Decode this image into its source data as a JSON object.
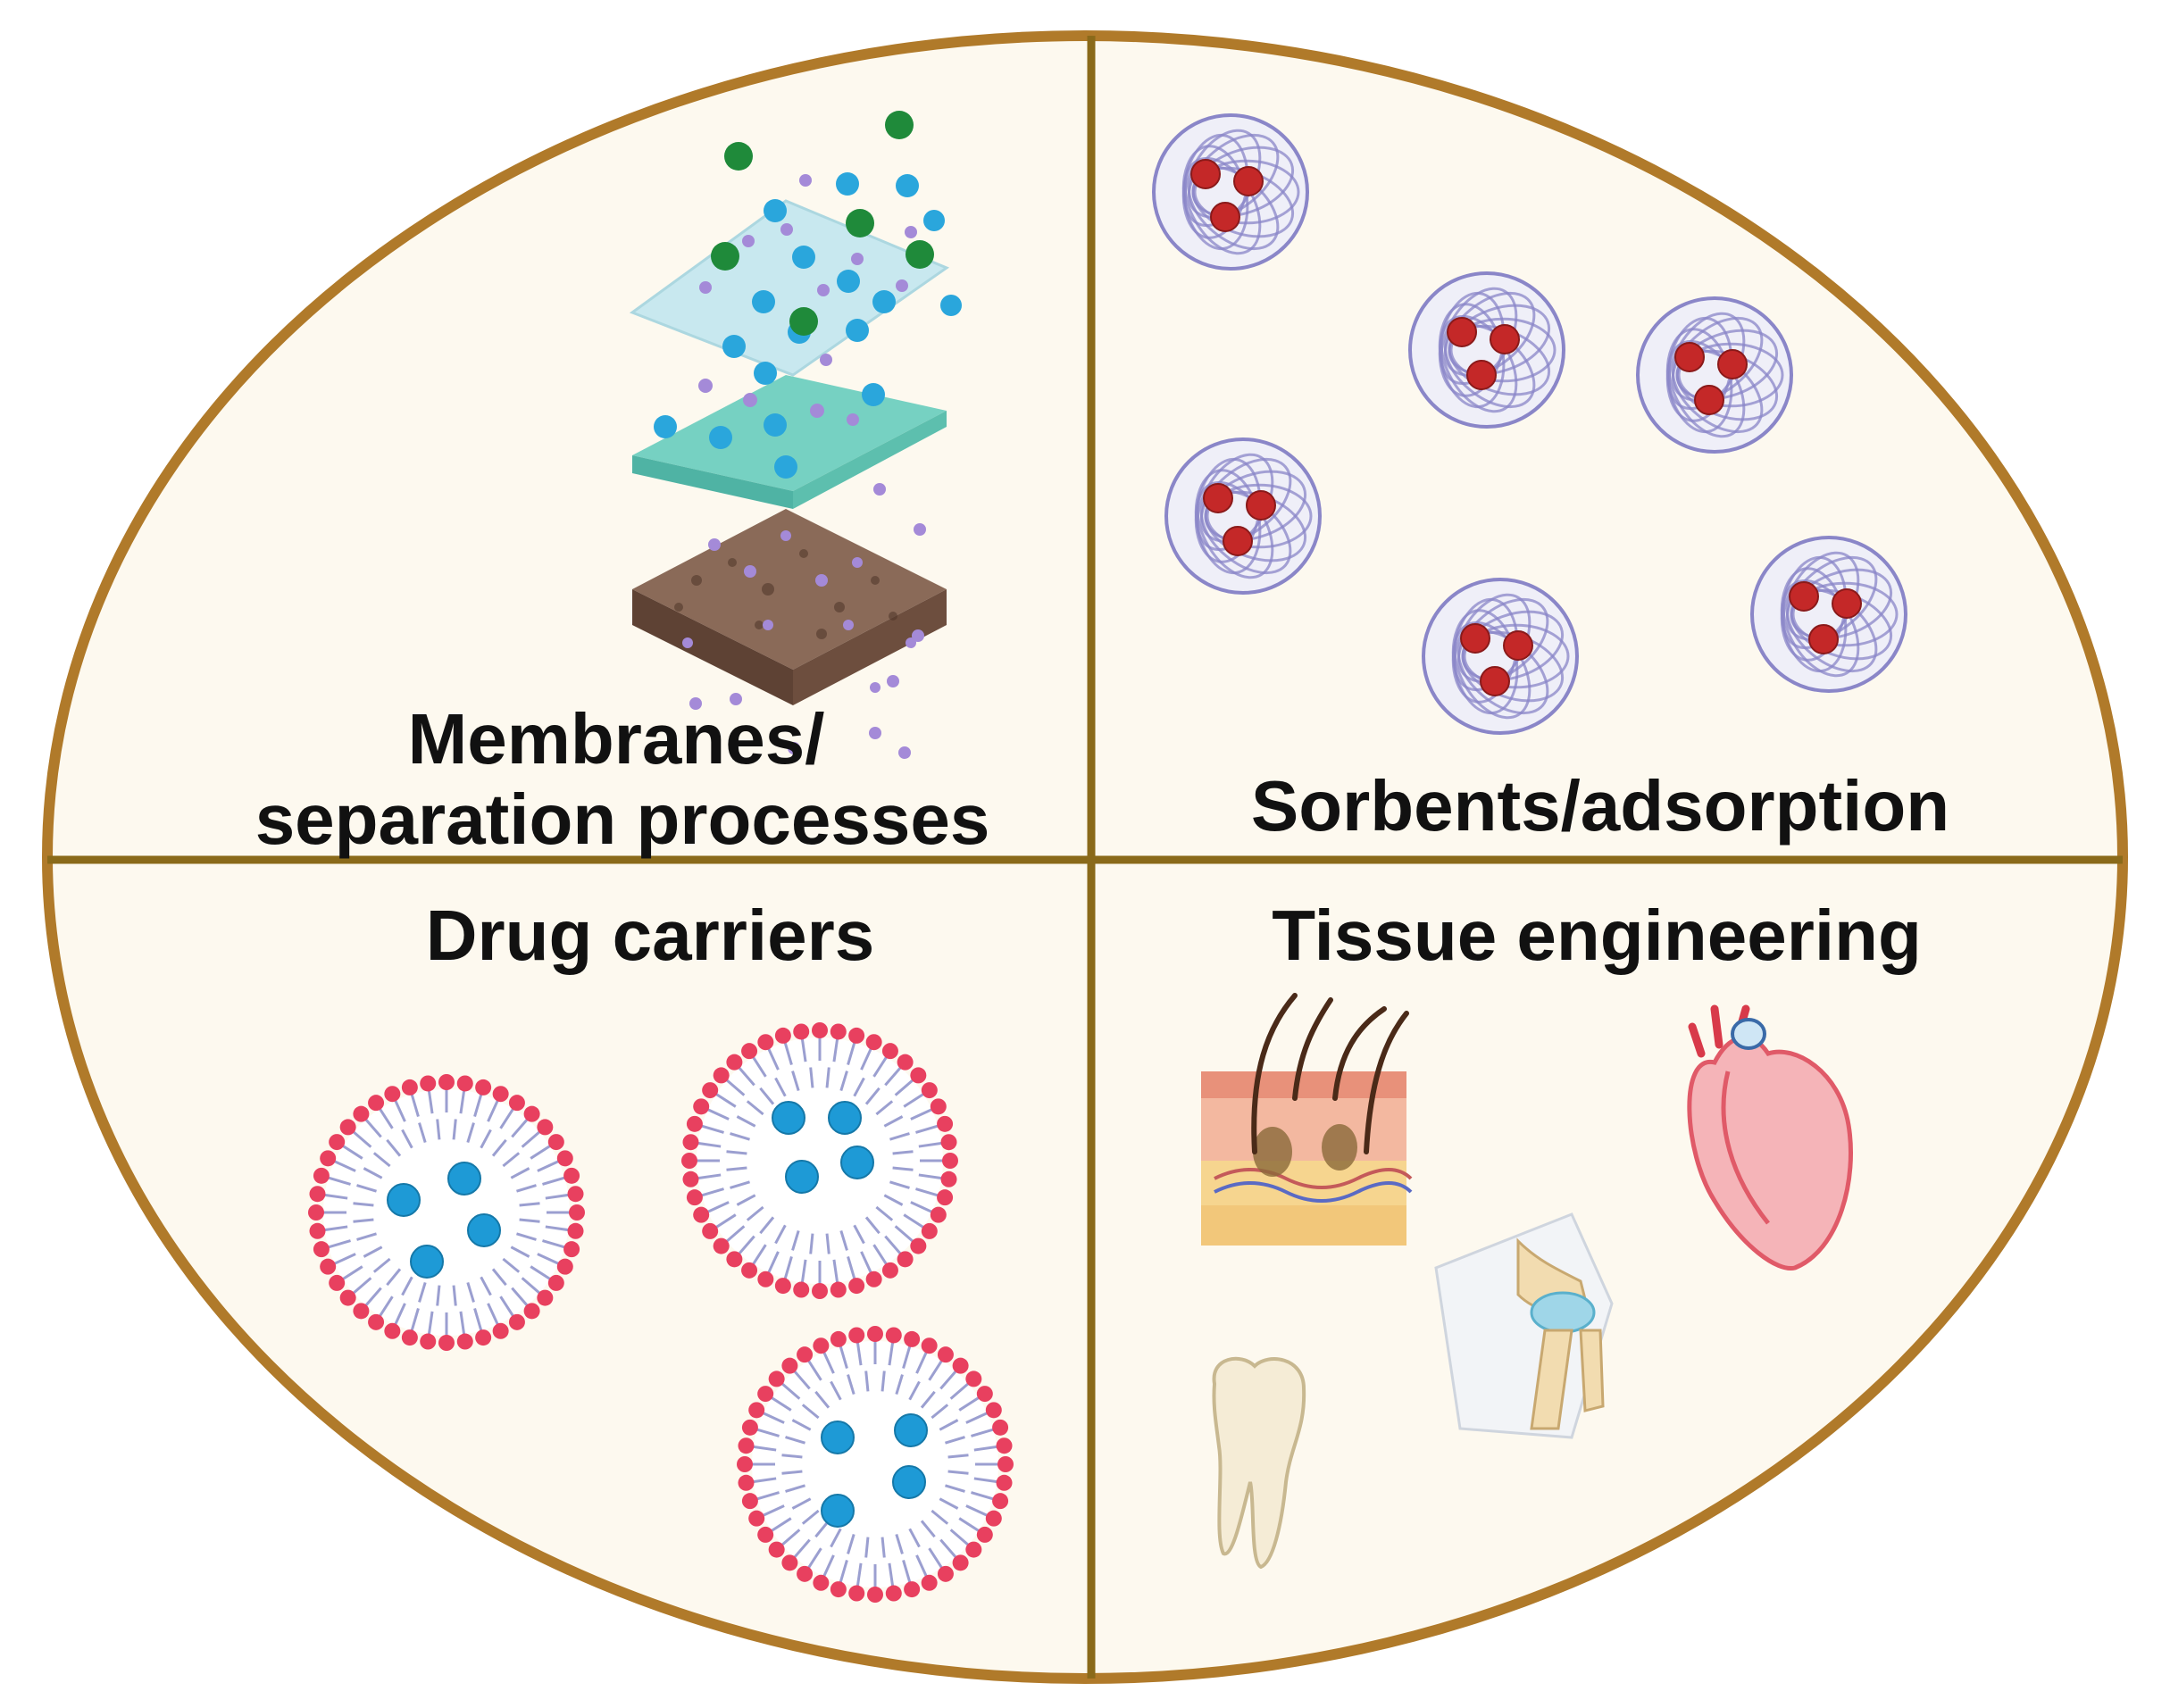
{
  "quadrants": {
    "top_left": {
      "line1": "Membranes/",
      "line2": "separation processes"
    },
    "top_right": {
      "label": "Sorbents/adsorption"
    },
    "bottom_left": {
      "label": "Drug carriers"
    },
    "bottom_right": {
      "label": "Tissue engineering"
    }
  },
  "colors": {
    "ellipse_fill": "#fdf9ef",
    "ellipse_stroke": "#b07a2a",
    "divider": "#8a6a1a",
    "liposome_head": "#e8405f",
    "liposome_tail": "#9b9fd0",
    "drug_particle": "#1e9ad6",
    "sorbent_mesh": "#8a86c8",
    "sorbent_core": "#c42828",
    "particle_green": "#1f8a3a",
    "particle_blue": "#2aa6dc",
    "particle_purple": "#a48ad8",
    "membrane_top": "#bfe6ef",
    "membrane_mid": "#6fcfbf",
    "membrane_base": "#7a5a48"
  },
  "icons": {
    "membrane": "layered-membrane-icon",
    "sorbent": "polymer-sorbent-icon",
    "liposome": "liposome-icon",
    "skin": "skin-tissue-icon",
    "heart": "heart-icon",
    "knee": "knee-joint-icon",
    "tooth": "tooth-icon"
  }
}
